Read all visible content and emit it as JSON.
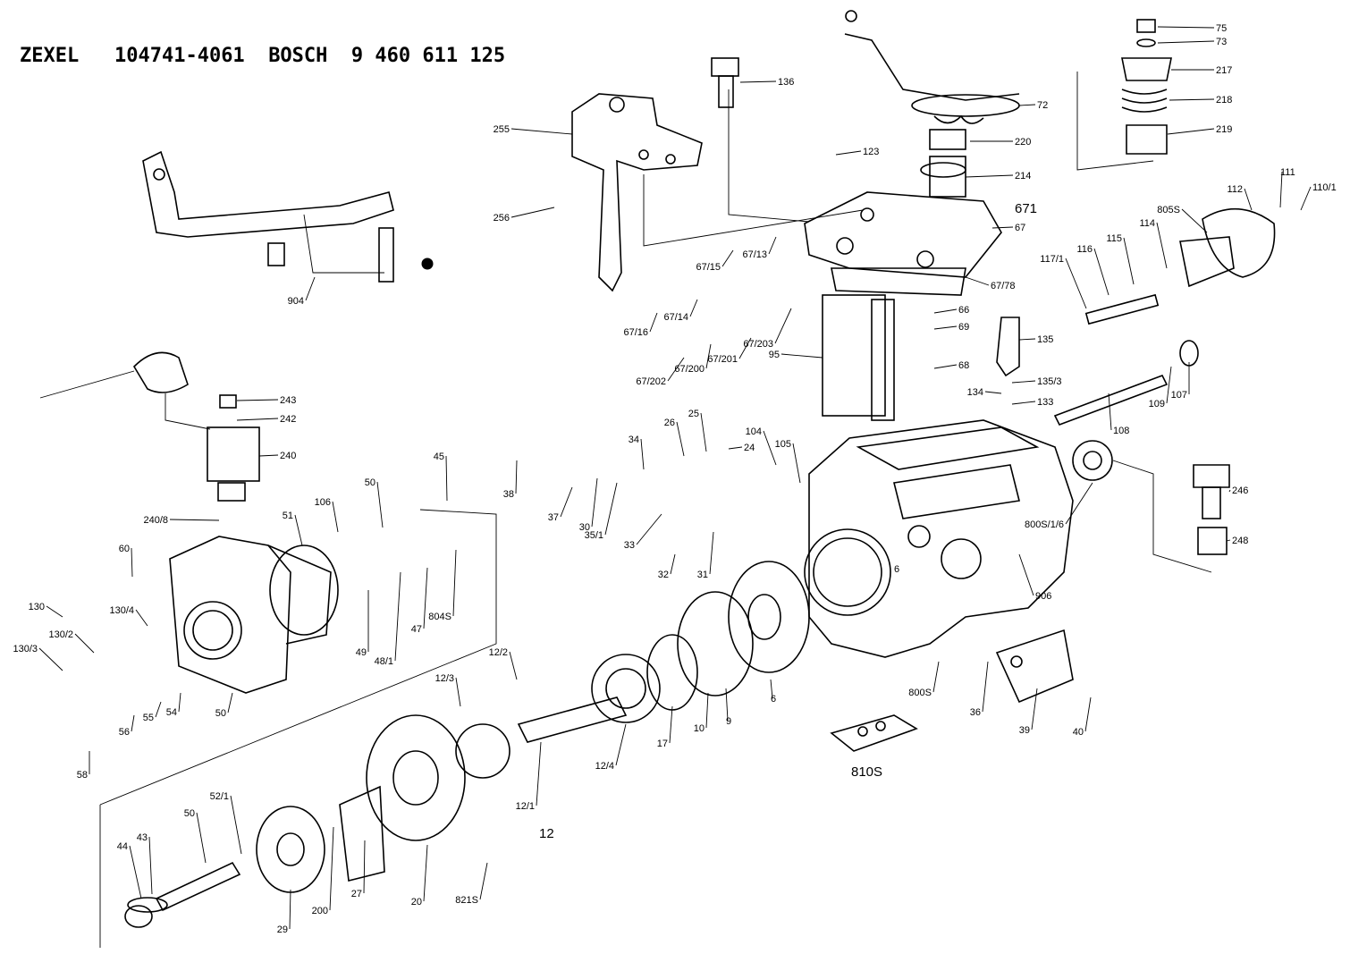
{
  "header": {
    "brand1": "ZEXEL",
    "number1": "104741-4061",
    "brand2": "BOSCH",
    "number2": "9 460 611 125"
  },
  "labels": [
    {
      "id": "75",
      "text": "75"
    },
    {
      "id": "73",
      "text": "73"
    },
    {
      "id": "217",
      "text": "217"
    },
    {
      "id": "218",
      "text": "218"
    },
    {
      "id": "219",
      "text": "219"
    },
    {
      "id": "136",
      "text": "136"
    },
    {
      "id": "72",
      "text": "72"
    },
    {
      "id": "220",
      "text": "220"
    },
    {
      "id": "214",
      "text": "214"
    },
    {
      "id": "255",
      "text": "255"
    },
    {
      "id": "123",
      "text": "123"
    },
    {
      "id": "671",
      "text": "671"
    },
    {
      "id": "67",
      "text": "67"
    },
    {
      "id": "110_1",
      "text": "110/1"
    },
    {
      "id": "111",
      "text": "111"
    },
    {
      "id": "112",
      "text": "112"
    },
    {
      "id": "805S",
      "text": "805S"
    },
    {
      "id": "256",
      "text": "256"
    },
    {
      "id": "67_13",
      "text": "67/13"
    },
    {
      "id": "67_15",
      "text": "67/15"
    },
    {
      "id": "67_78",
      "text": "67/78"
    },
    {
      "id": "114",
      "text": "114"
    },
    {
      "id": "115",
      "text": "115"
    },
    {
      "id": "116",
      "text": "116"
    },
    {
      "id": "117_1",
      "text": "117/1"
    },
    {
      "id": "904",
      "text": "904"
    },
    {
      "id": "67_14",
      "text": "67/14"
    },
    {
      "id": "67_16",
      "text": "67/16"
    },
    {
      "id": "66",
      "text": "66"
    },
    {
      "id": "69",
      "text": "69"
    },
    {
      "id": "67_203",
      "text": "67/203"
    },
    {
      "id": "135",
      "text": "135"
    },
    {
      "id": "67_201",
      "text": "67/201"
    },
    {
      "id": "95",
      "text": "95"
    },
    {
      "id": "67_200",
      "text": "67/200"
    },
    {
      "id": "68",
      "text": "68"
    },
    {
      "id": "135_3",
      "text": "135/3"
    },
    {
      "id": "67_202",
      "text": "67/202"
    },
    {
      "id": "107",
      "text": "107"
    },
    {
      "id": "134",
      "text": "134"
    },
    {
      "id": "109",
      "text": "109"
    },
    {
      "id": "133",
      "text": "133"
    },
    {
      "id": "243",
      "text": "243"
    },
    {
      "id": "242",
      "text": "242"
    },
    {
      "id": "108",
      "text": "108"
    },
    {
      "id": "26",
      "text": "26"
    },
    {
      "id": "25",
      "text": "25"
    },
    {
      "id": "104",
      "text": "104"
    },
    {
      "id": "34",
      "text": "34"
    },
    {
      "id": "240",
      "text": "240"
    },
    {
      "id": "24",
      "text": "24"
    },
    {
      "id": "105",
      "text": "105"
    },
    {
      "id": "45",
      "text": "45"
    },
    {
      "id": "38",
      "text": "38"
    },
    {
      "id": "800S_1_6",
      "text": "800S/1/6"
    },
    {
      "id": "246",
      "text": "246"
    },
    {
      "id": "106",
      "text": "106"
    },
    {
      "id": "50a",
      "text": "50"
    },
    {
      "id": "240_8",
      "text": "240/8"
    },
    {
      "id": "37",
      "text": "37"
    },
    {
      "id": "30",
      "text": "30"
    },
    {
      "id": "35_1",
      "text": "35/1"
    },
    {
      "id": "51",
      "text": "51"
    },
    {
      "id": "33",
      "text": "33"
    },
    {
      "id": "248",
      "text": "248"
    },
    {
      "id": "60",
      "text": "60"
    },
    {
      "id": "32",
      "text": "32"
    },
    {
      "id": "31",
      "text": "31"
    },
    {
      "id": "130",
      "text": "130"
    },
    {
      "id": "130_4",
      "text": "130/4"
    },
    {
      "id": "906",
      "text": "906"
    },
    {
      "id": "804S",
      "text": "804S"
    },
    {
      "id": "130_2",
      "text": "130/2"
    },
    {
      "id": "49",
      "text": "49"
    },
    {
      "id": "48_1",
      "text": "48/1"
    },
    {
      "id": "47",
      "text": "47"
    },
    {
      "id": "130_3",
      "text": "130/3"
    },
    {
      "id": "50b",
      "text": "50"
    },
    {
      "id": "12_2",
      "text": "12/2"
    },
    {
      "id": "6a",
      "text": "6"
    },
    {
      "id": "800S",
      "text": "800S"
    },
    {
      "id": "12_3",
      "text": "12/3"
    },
    {
      "id": "54",
      "text": "54"
    },
    {
      "id": "55",
      "text": "55"
    },
    {
      "id": "36",
      "text": "36"
    },
    {
      "id": "56",
      "text": "56"
    },
    {
      "id": "10",
      "text": "10"
    },
    {
      "id": "9",
      "text": "9"
    },
    {
      "id": "17",
      "text": "17"
    },
    {
      "id": "6b",
      "text": "6"
    },
    {
      "id": "39",
      "text": "39"
    },
    {
      "id": "40",
      "text": "40"
    },
    {
      "id": "12_4",
      "text": "12/4"
    },
    {
      "id": "58",
      "text": "58"
    },
    {
      "id": "810S",
      "text": "810S"
    },
    {
      "id": "12_1",
      "text": "12/1"
    },
    {
      "id": "52_1",
      "text": "52/1"
    },
    {
      "id": "12",
      "text": "12"
    },
    {
      "id": "50c",
      "text": "50"
    },
    {
      "id": "44",
      "text": "44"
    },
    {
      "id": "43",
      "text": "43"
    },
    {
      "id": "200",
      "text": "200"
    },
    {
      "id": "27",
      "text": "27"
    },
    {
      "id": "20",
      "text": "20"
    },
    {
      "id": "821S",
      "text": "821S"
    },
    {
      "id": "29",
      "text": "29"
    }
  ]
}
